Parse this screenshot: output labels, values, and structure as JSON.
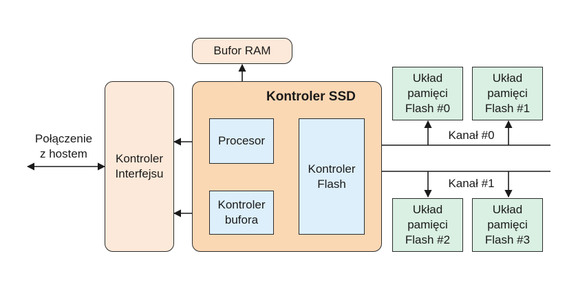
{
  "host_label": "Połączenie\nz hostem",
  "interface_controller": "Kontroler\nInterfejsu",
  "ram_buffer": "Bufor RAM",
  "ssd_controller_title": "Kontroler SSD",
  "processor": "Procesor",
  "buffer_controller": "Kontroler\nbufora",
  "flash_controller": "Kontroler\nFlash",
  "flash_chips": [
    "Układ\npamięci\nFlash #0",
    "Układ\npamięci\nFlash #1",
    "Układ\npamięci\nFlash #2",
    "Układ\npamięci\nFlash #3"
  ],
  "channels": [
    "Kanał #0",
    "Kanał #1"
  ],
  "colors": {
    "ssd_fill": "#fbd8b4",
    "peach_fill": "#fde9d9",
    "blue_fill": "#ddeffa",
    "green_fill": "#d9f0e2",
    "stroke": "#2b2b2b"
  }
}
